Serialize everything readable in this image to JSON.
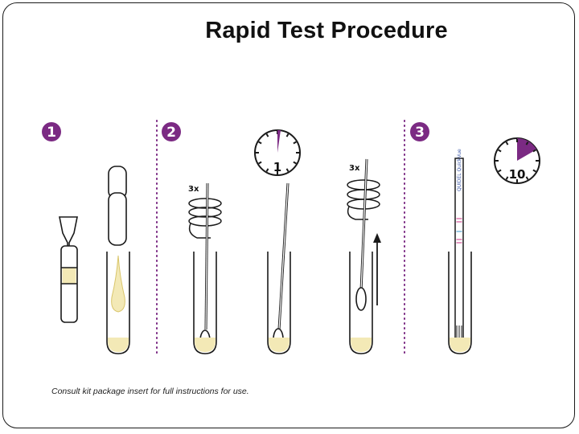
{
  "title": "Rapid Test Procedure",
  "footnote": "Consult kit package insert for full instructions for use.",
  "steps": [
    {
      "number": "1"
    },
    {
      "number": "2"
    },
    {
      "number": "3"
    }
  ],
  "timers": [
    {
      "value": "1",
      "unit_fraction": 0.0167
    },
    {
      "value": "10",
      "unit_fraction": 0.1667
    }
  ],
  "rotation_count_label": "3x",
  "strip_text": "QUIDEL QuickVue",
  "colors": {
    "accent": "#7b2a83",
    "liquid": "#f3e9b6",
    "liquid_dark": "#d9c56a",
    "outline": "#1a1a1a"
  },
  "icons": [
    "step-badge-icon",
    "dropper-icon",
    "test-tube-icon",
    "swab-icon",
    "rotation-icon",
    "clock-icon",
    "up-arrow-icon",
    "test-strip-icon"
  ]
}
